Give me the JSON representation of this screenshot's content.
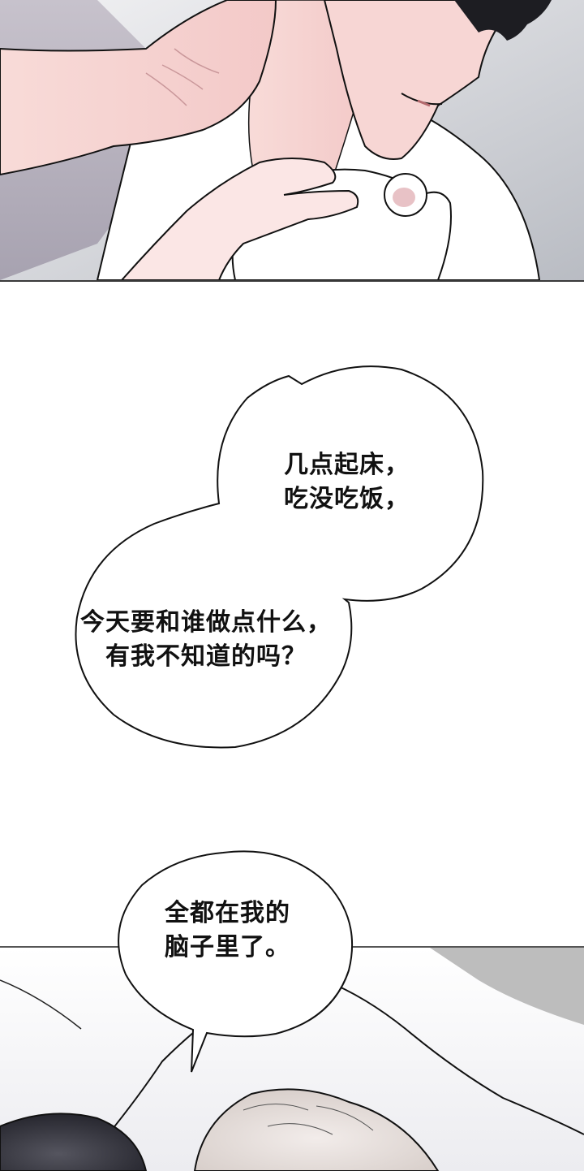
{
  "page": {
    "type": "webtoon-strip",
    "background": "#ffffff"
  },
  "panels": {
    "top": {
      "description": "Close-up of dark-haired man in white shirt; one hand on his neck, another hand holding a white bear plush on his shoulder",
      "colors": {
        "skin": "#f6d2d0",
        "shirt": "#ffffff",
        "shadow": "#b8b4c0",
        "background": "#c9cbd0",
        "hair": "#1d1d22",
        "bear_ear": "#e8c2c6"
      }
    },
    "bottom": {
      "description": "Overhead view of bed with white sheets; dark-haired and light-haired heads at bottom",
      "colors": {
        "sheet": "#ffffff",
        "floor": "#bdbdbd",
        "dark_hair": "#3a3a44",
        "light_hair": "#e8e1de"
      }
    }
  },
  "bubbles": [
    {
      "id": "bubble-1",
      "lines": [
        "几点起床，",
        "吃没吃饭，"
      ]
    },
    {
      "id": "bubble-2",
      "lines": [
        "今天要和谁做点什么，",
        "有我不知道的吗？"
      ]
    },
    {
      "id": "bubble-3",
      "lines": [
        "全都在我的",
        "脑子里了。"
      ]
    }
  ]
}
